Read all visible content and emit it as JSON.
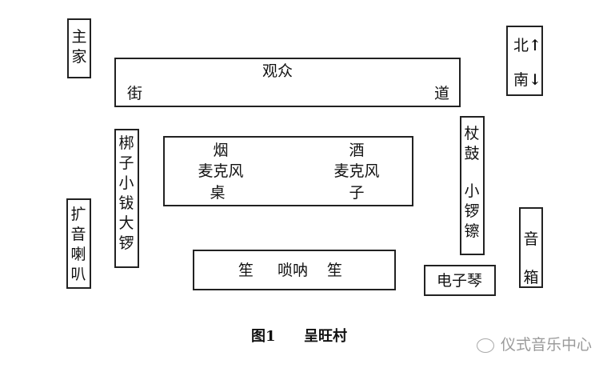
{
  "host": "主家",
  "street": {
    "audience": "观众",
    "left": "街",
    "right": "道"
  },
  "compass": {
    "north": "北",
    "south": "南",
    "north_arrow": "↑",
    "south_arrow": "↓"
  },
  "left_percussion": "梆子小钹大锣",
  "table": {
    "left_col": [
      "烟",
      "麦克风",
      "桌"
    ],
    "right_col": [
      "酒",
      "麦克风",
      "子"
    ]
  },
  "right_percussion": {
    "top": "杖鼓",
    "bottom": "小锣镲"
  },
  "loudspeaker": "扩音喇叭",
  "winds": {
    "left": "笙",
    "middle": "唢呐",
    "right": "笙"
  },
  "keyboard": "电子琴",
  "speaker_box": "音箱",
  "caption": {
    "figure": "图1",
    "title": "呈旺村"
  },
  "watermark": "仪式音乐中心"
}
